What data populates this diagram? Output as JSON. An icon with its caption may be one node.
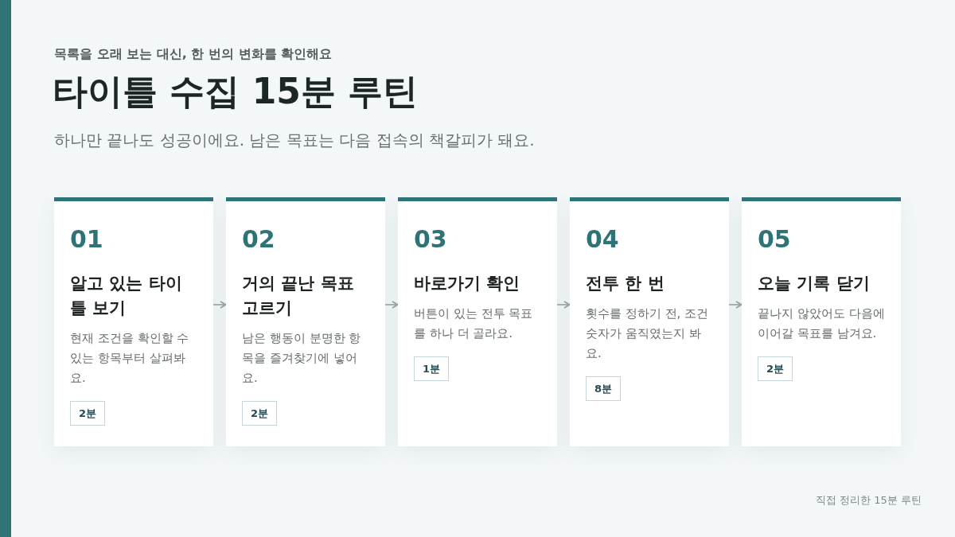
{
  "diagram": {
    "title": "타이틀 수집 15분 루틴",
    "nodes": [
      {
        "text": [
          "01",
          "알고 있는 타이틀 보기",
          "현재 조건을 확인할 수 있는 항목부터 살펴봐요."
        ]
      },
      {
        "text": [
          "2분"
        ],
        "in": 0
      },
      {
        "text": [
          "02",
          "거의 끝난 목표 고르기",
          "남은 행동이 분명한 항목을 즐겨찾기에 넣어요."
        ]
      },
      {
        "text": [
          "2분"
        ],
        "in": 2
      },
      {
        "text": [
          "03",
          "바로가기 확인",
          "버튼이 있는 전투 목표를 하나 더 골라요."
        ]
      },
      {
        "text": [
          "1분"
        ],
        "in": 4
      },
      {
        "text": [
          "04",
          "전투 한 번",
          "횟수를 정하기 전, 조건 숫자가 움직였는지 봐요."
        ]
      },
      {
        "text": [
          "8분"
        ],
        "in": 6
      },
      {
        "text": [
          "05",
          "오늘 기록 닫기",
          "끝나지 않았어도 다음에 이어갈 목표를 남겨요."
        ]
      },
      {
        "text": [
          "2분"
        ],
        "in": 8
      }
    ],
    "edges": [
      {
        "from": 0,
        "to": 2,
        "arrow": "to"
      },
      {
        "from": 2,
        "to": 4,
        "arrow": "to"
      },
      {
        "from": 4,
        "to": 6,
        "arrow": "to"
      },
      {
        "from": 6,
        "to": 8,
        "arrow": "to"
      }
    ],
    "labels": [
      "목록을 오래 보는 대신, 한 번의 변화를 확인해요",
      "하나만 끝나도 성공이에요. 남은 목표는 다음 접속의 책갈피가 돼요.",
      "직접 정리한 15분 루틴"
    ]
  }
}
